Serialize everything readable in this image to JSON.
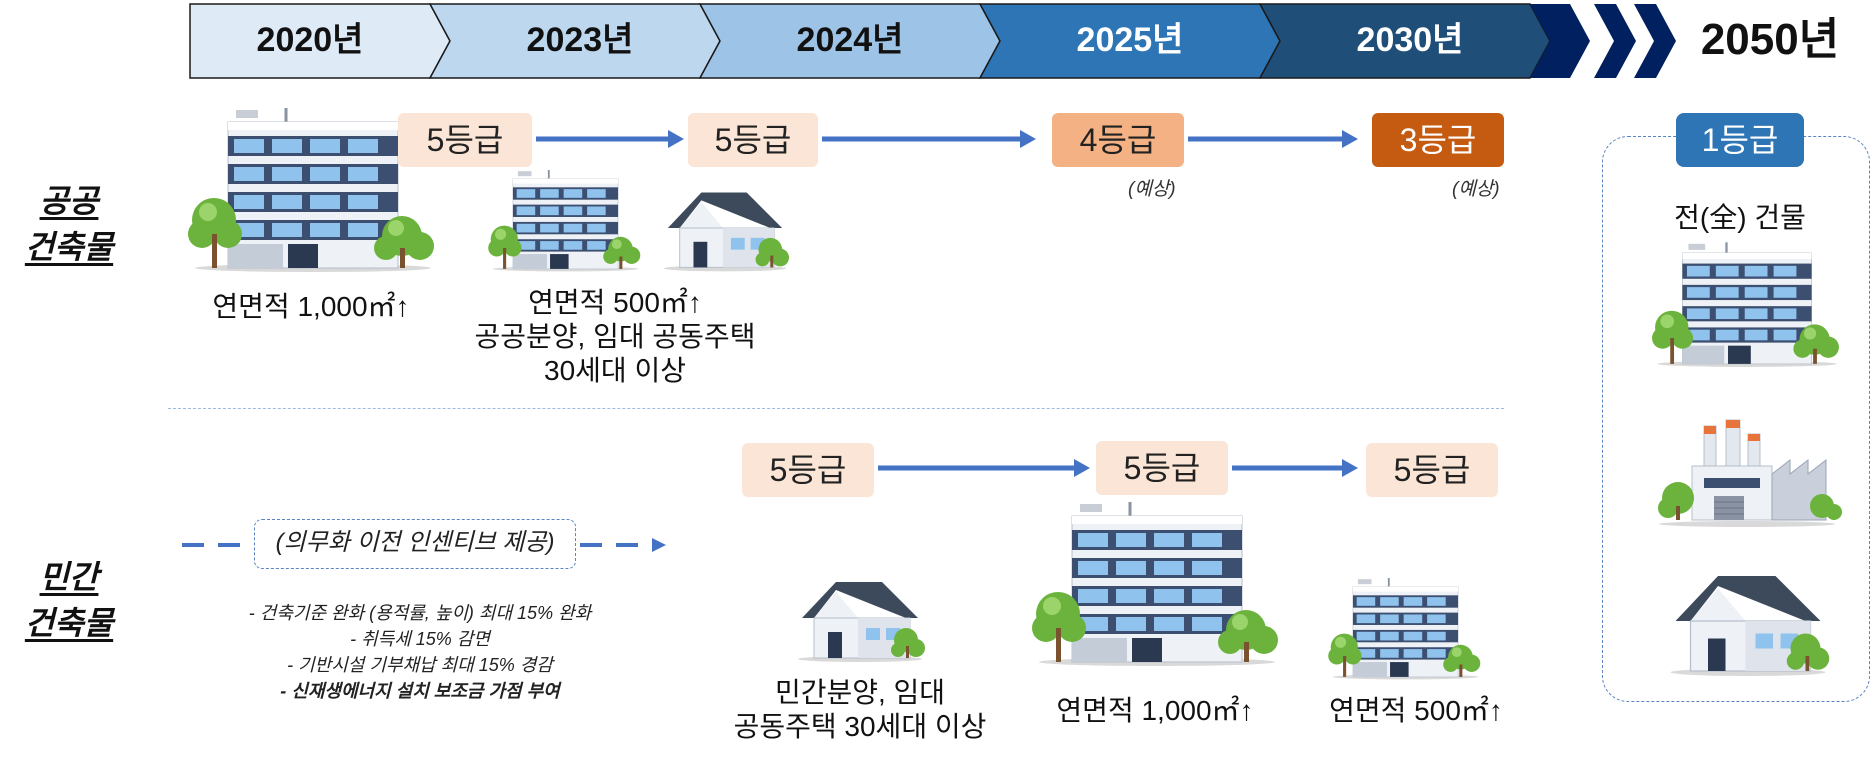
{
  "timeline": {
    "years": [
      "2020년",
      "2023년",
      "2024년",
      "2025년",
      "2030년"
    ],
    "goal_year": "2050년",
    "colors": [
      "#deebf7",
      "#bdd7ee",
      "#9dc3e6",
      "#2e75b6",
      "#1f4e79",
      "#002060"
    ]
  },
  "categories": {
    "public": [
      "공공",
      "건축물"
    ],
    "private": [
      "민간",
      "건축물"
    ]
  },
  "public": {
    "grades": [
      "5등급",
      "5등급",
      "4등급",
      "3등급"
    ],
    "expected": [
      "(예상)",
      "(예상)"
    ],
    "captions": {
      "c2020": "연면적 1,000㎡↑",
      "c2023": [
        "연면적 500㎡↑",
        "공공분양, 임대 공동주택",
        "30세대 이상"
      ]
    }
  },
  "private": {
    "incentive": "(의무화 이전 인센티브 제공)",
    "benefits": [
      "-   건축기준 완화 (용적률, 높이) 최대 15% 완화",
      "-   취득세 15% 감면",
      "-   기반시설 기부채납 최대 15% 경감",
      "-   신재생에너지 설치 보조금 가점 부여"
    ],
    "grades": [
      "5등급",
      "5등급",
      "5등급"
    ],
    "captions": {
      "c2024": [
        "민간분양, 임대",
        "공동주택 30세대 이상"
      ],
      "c2025": "연면적 1,000㎡↑",
      "c2030": "연면적 500㎡↑"
    }
  },
  "goal": {
    "grade": "1등급",
    "label": "전(全) 건물"
  },
  "icons": [
    "office-building-icon",
    "house-icon",
    "factory-icon",
    "arrow-right-icon"
  ]
}
